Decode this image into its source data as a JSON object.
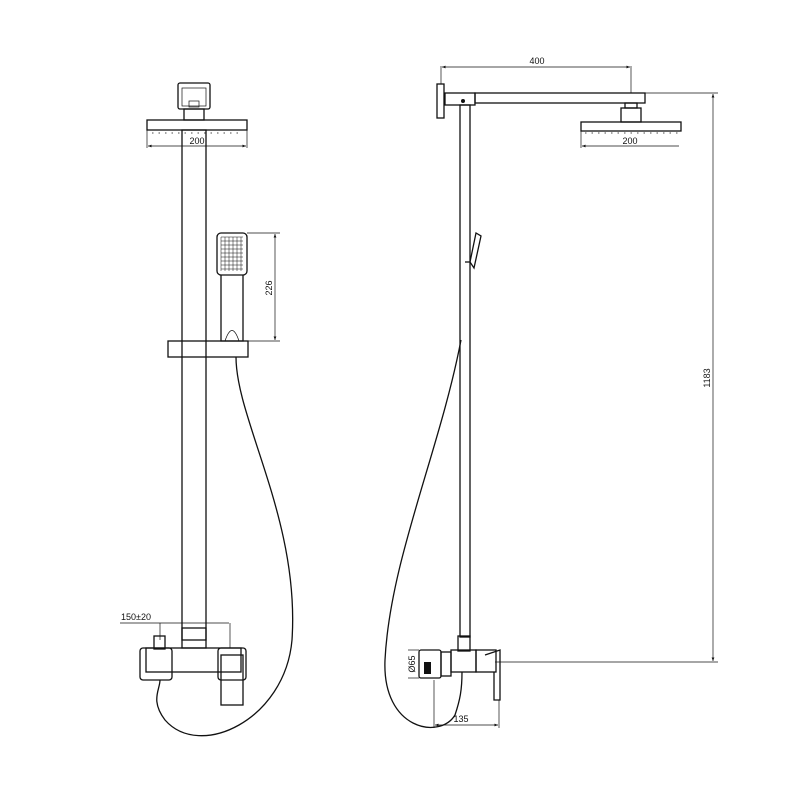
{
  "drawing": {
    "front_view": {
      "head_width_label": "200",
      "handshower_height_label": "226",
      "valve_spacing_label": "150±20"
    },
    "side_view": {
      "arm_length_label": "400",
      "head_width_label": "200",
      "total_height_label": "1183",
      "valve_diameter_label": "Ø65",
      "valve_depth_label": "135"
    },
    "line_color": "#111111"
  }
}
